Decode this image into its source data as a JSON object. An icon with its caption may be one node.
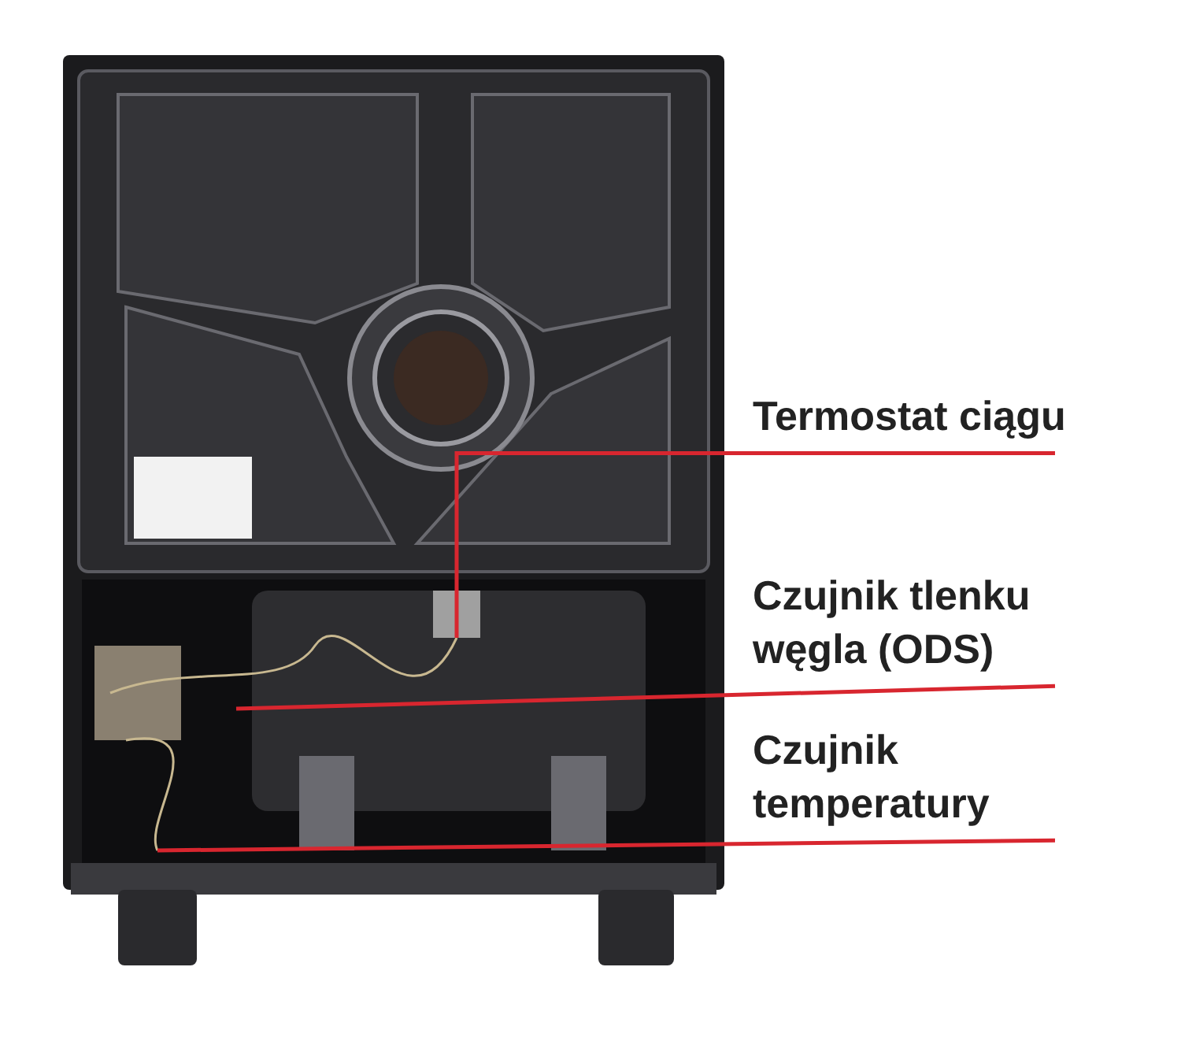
{
  "diagram": {
    "nodes": [
      {
        "text": [
          "Termostat ciągu"
        ]
      },
      {
        "text": [
          "Czujnik tlenku węgla (ODS)"
        ]
      },
      {
        "text": [
          "Czujnik temperatury"
        ]
      }
    ],
    "edges": [
      {
        "from": 0,
        "to": null,
        "arrow": "none",
        "color": "#d8262f"
      },
      {
        "from": 1,
        "to": null,
        "arrow": "none",
        "color": "#d8262f"
      },
      {
        "from": 2,
        "to": null,
        "arrow": "none",
        "color": "#d8262f"
      }
    ]
  }
}
